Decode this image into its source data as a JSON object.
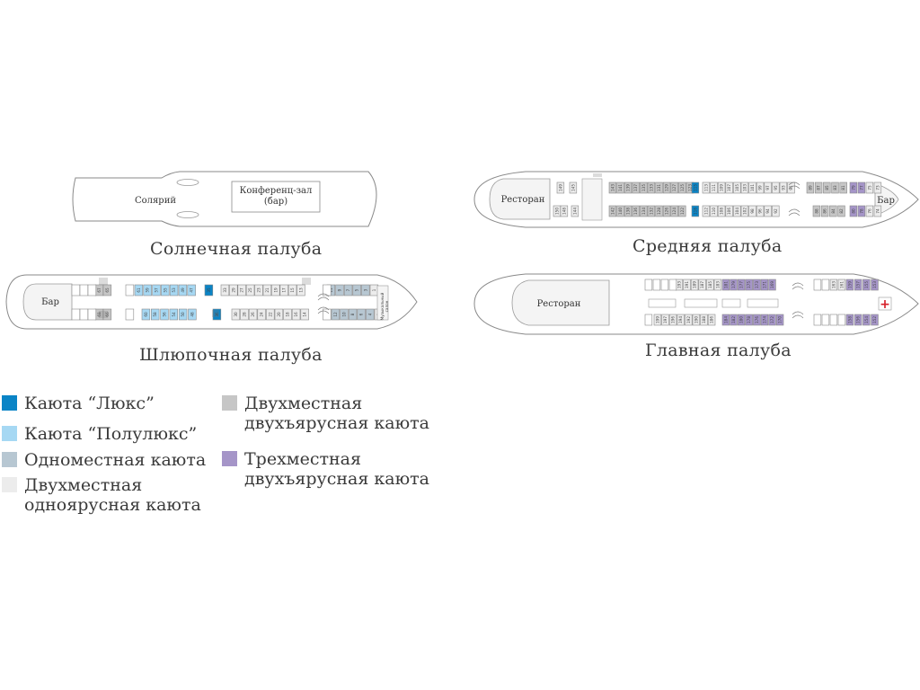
{
  "decks": {
    "sun": {
      "title": "Солнечная палуба",
      "labels": {
        "solarium": "Солярий",
        "conf1": "Конференц-зал",
        "conf2": "(бар)"
      }
    },
    "boat": {
      "title": "Шлюпочная палуба",
      "labels": {
        "bar": "Бар",
        "music1": "Музыкальный",
        "music2": "салон"
      },
      "cabins_top": [
        {
          "n": "67",
          "t": "double_bunk"
        },
        {
          "n": "65",
          "t": "double_bunk"
        },
        {
          "n": "61",
          "t": "semi_lux"
        },
        {
          "n": "59",
          "t": "semi_lux"
        },
        {
          "n": "57",
          "t": "semi_lux"
        },
        {
          "n": "55",
          "t": "semi_lux"
        },
        {
          "n": "53",
          "t": "semi_lux"
        },
        {
          "n": "49",
          "t": "semi_lux"
        },
        {
          "n": "47",
          "t": "semi_lux"
        },
        {
          "n": "35",
          "t": "lux"
        },
        {
          "n": "33",
          "t": "double_single"
        },
        {
          "n": "29",
          "t": "double_single"
        },
        {
          "n": "27",
          "t": "double_single"
        },
        {
          "n": "25",
          "t": "double_single"
        },
        {
          "n": "23",
          "t": "double_single"
        },
        {
          "n": "21",
          "t": "double_single"
        },
        {
          "n": "19",
          "t": "double_single"
        },
        {
          "n": "17",
          "t": "double_single"
        },
        {
          "n": "15",
          "t": "double_single"
        },
        {
          "n": "13",
          "t": "double_single"
        },
        {
          "n": "11",
          "t": "single"
        },
        {
          "n": "9",
          "t": "single"
        },
        {
          "n": "7",
          "t": "single"
        },
        {
          "n": "5",
          "t": "single"
        },
        {
          "n": "3",
          "t": "single"
        },
        {
          "n": "1",
          "t": "double_single"
        }
      ],
      "cabins_bottom": [
        {
          "n": "68",
          "t": "double_bunk"
        },
        {
          "n": "66",
          "t": "double_bunk"
        },
        {
          "n": "60",
          "t": "semi_lux"
        },
        {
          "n": "58",
          "t": "semi_lux"
        },
        {
          "n": "56",
          "t": "semi_lux"
        },
        {
          "n": "54",
          "t": "semi_lux"
        },
        {
          "n": "50",
          "t": "semi_lux"
        },
        {
          "n": "48",
          "t": "semi_lux"
        },
        {
          "n": "36",
          "t": "lux"
        },
        {
          "n": "30",
          "t": "double_single"
        },
        {
          "n": "28",
          "t": "double_single"
        },
        {
          "n": "26",
          "t": "double_single"
        },
        {
          "n": "24",
          "t": "double_single"
        },
        {
          "n": "22",
          "t": "double_single"
        },
        {
          "n": "20",
          "t": "double_single"
        },
        {
          "n": "18",
          "t": "double_single"
        },
        {
          "n": "16",
          "t": "double_single"
        },
        {
          "n": "14",
          "t": "double_single"
        },
        {
          "n": "12",
          "t": "single"
        },
        {
          "n": "10",
          "t": "single"
        },
        {
          "n": "8",
          "t": "single"
        },
        {
          "n": "6",
          "t": "single"
        },
        {
          "n": "4",
          "t": "single"
        },
        {
          "n": "2",
          "t": "double_single"
        }
      ]
    },
    "middle": {
      "title": "Средняя палуба",
      "labels": {
        "restaurant": "Ресторан",
        "bar": "Бар"
      },
      "cabins_top": [
        {
          "n": "149",
          "t": "double_single"
        },
        {
          "n": "145",
          "t": "double_single"
        },
        {
          "n": "143",
          "t": "double_bunk"
        },
        {
          "n": "141",
          "t": "double_bunk"
        },
        {
          "n": "139",
          "t": "double_bunk"
        },
        {
          "n": "137",
          "t": "double_bunk"
        },
        {
          "n": "135",
          "t": "double_bunk"
        },
        {
          "n": "133",
          "t": "double_bunk"
        },
        {
          "n": "131",
          "t": "double_bunk"
        },
        {
          "n": "129",
          "t": "double_bunk"
        },
        {
          "n": "127",
          "t": "double_bunk"
        },
        {
          "n": "125",
          "t": "double_bunk"
        },
        {
          "n": "123",
          "t": "double_bunk"
        },
        {
          "n": "115",
          "t": "lux"
        },
        {
          "n": "113",
          "t": "double_single"
        },
        {
          "n": "111",
          "t": "double_single"
        },
        {
          "n": "109",
          "t": "double_single"
        },
        {
          "n": "107",
          "t": "double_single"
        },
        {
          "n": "105",
          "t": "double_single"
        },
        {
          "n": "103",
          "t": "double_single"
        },
        {
          "n": "101",
          "t": "double_single"
        },
        {
          "n": "99",
          "t": "double_single"
        },
        {
          "n": "97",
          "t": "double_single"
        },
        {
          "n": "95",
          "t": "double_single"
        },
        {
          "n": "93",
          "t": "double_single"
        },
        {
          "n": "91",
          "t": "double_single"
        },
        {
          "n": "89",
          "t": "double_bunk"
        },
        {
          "n": "87",
          "t": "double_bunk"
        },
        {
          "n": "85",
          "t": "double_bunk"
        },
        {
          "n": "83",
          "t": "double_bunk"
        },
        {
          "n": "81",
          "t": "double_bunk"
        },
        {
          "n": "79",
          "t": "triple"
        },
        {
          "n": "77",
          "t": "triple"
        },
        {
          "n": "75",
          "t": "double_single"
        },
        {
          "n": "73",
          "t": "double_single"
        }
      ],
      "cabins_bottom": [
        {
          "n": "150",
          "t": "double_single"
        },
        {
          "n": "148",
          "t": "double_single"
        },
        {
          "n": "144",
          "t": "double_single"
        },
        {
          "n": "142",
          "t": "double_bunk"
        },
        {
          "n": "140",
          "t": "double_bunk"
        },
        {
          "n": "138",
          "t": "double_bunk"
        },
        {
          "n": "136",
          "t": "double_bunk"
        },
        {
          "n": "134",
          "t": "double_bunk"
        },
        {
          "n": "132",
          "t": "double_bunk"
        },
        {
          "n": "128",
          "t": "double_bunk"
        },
        {
          "n": "126",
          "t": "double_bunk"
        },
        {
          "n": "124",
          "t": "double_bunk"
        },
        {
          "n": "122",
          "t": "double_bunk"
        },
        {
          "n": "116",
          "t": "lux"
        },
        {
          "n": "112",
          "t": "double_single"
        },
        {
          "n": "110",
          "t": "double_single"
        },
        {
          "n": "108",
          "t": "double_single"
        },
        {
          "n": "106",
          "t": "double_single"
        },
        {
          "n": "104",
          "t": "double_single"
        },
        {
          "n": "102",
          "t": "double_single"
        },
        {
          "n": "98",
          "t": "double_single"
        },
        {
          "n": "96",
          "t": "double_single"
        },
        {
          "n": "94",
          "t": "double_single"
        },
        {
          "n": "92",
          "t": "double_single"
        },
        {
          "n": "88",
          "t": "double_bunk"
        },
        {
          "n": "86",
          "t": "double_bunk"
        },
        {
          "n": "84",
          "t": "double_bunk"
        },
        {
          "n": "82",
          "t": "double_bunk"
        },
        {
          "n": "80",
          "t": "triple"
        },
        {
          "n": "78",
          "t": "triple"
        },
        {
          "n": "76",
          "t": "double_single"
        },
        {
          "n": "74",
          "t": "double_single"
        }
      ]
    },
    "main": {
      "title": "Главная палуба",
      "labels": {
        "restaurant": "Ресторан",
        "medical": "+"
      },
      "cabins_top": [
        {
          "n": "193",
          "t": "double_single"
        },
        {
          "n": "191",
          "t": "double_single"
        },
        {
          "n": "189",
          "t": "double_single"
        },
        {
          "n": "187",
          "t": "double_single"
        },
        {
          "n": "185",
          "t": "double_single"
        },
        {
          "n": "183",
          "t": "double_single"
        },
        {
          "n": "181",
          "t": "triple"
        },
        {
          "n": "179",
          "t": "triple"
        },
        {
          "n": "177",
          "t": "triple"
        },
        {
          "n": "175",
          "t": "triple"
        },
        {
          "n": "173",
          "t": "triple"
        },
        {
          "n": "171",
          "t": "triple"
        },
        {
          "n": "169",
          "t": "triple"
        },
        {
          "n": "163",
          "t": "double_single"
        },
        {
          "n": "161",
          "t": "double_single"
        },
        {
          "n": "159",
          "t": "triple"
        },
        {
          "n": "157",
          "t": "triple"
        },
        {
          "n": "155",
          "t": "triple"
        },
        {
          "n": "153",
          "t": "triple"
        }
      ],
      "cabins_bottom": [
        {
          "n": "199",
          "t": "double_single"
        },
        {
          "n": "197",
          "t": "double_single"
        },
        {
          "n": "196",
          "t": "double_single"
        },
        {
          "n": "194",
          "t": "double_single"
        },
        {
          "n": "192",
          "t": "double_single"
        },
        {
          "n": "190",
          "t": "double_single"
        },
        {
          "n": "188",
          "t": "double_single"
        },
        {
          "n": "186",
          "t": "double_single"
        },
        {
          "n": "184",
          "t": "triple"
        },
        {
          "n": "182",
          "t": "triple"
        },
        {
          "n": "180",
          "t": "triple"
        },
        {
          "n": "178",
          "t": "triple"
        },
        {
          "n": "176",
          "t": "triple"
        },
        {
          "n": "174",
          "t": "triple"
        },
        {
          "n": "172",
          "t": "triple"
        },
        {
          "n": "170",
          "t": "triple"
        },
        {
          "n": "158",
          "t": "triple"
        },
        {
          "n": "156",
          "t": "triple"
        },
        {
          "n": "154",
          "t": "triple"
        },
        {
          "n": "152",
          "t": "triple"
        }
      ]
    }
  },
  "legend": {
    "lux": {
      "label": "Каюта “Люкс”",
      "color": "#0a84c6"
    },
    "semi_lux": {
      "label": "Каюта “Полулюкс”",
      "color": "#a6d8f3"
    },
    "single": {
      "label": "Одноместная каюта",
      "color": "#b7c7d2"
    },
    "double_single": {
      "label1": "Двухместная",
      "label2": "одноярусная каюта",
      "color": "#ececec"
    },
    "double_bunk": {
      "label1": "Двухместная",
      "label2": "двухъярусная каюта",
      "color": "#c6c6c6"
    },
    "triple": {
      "label1": "Трехместная",
      "label2": "двухъярусная каюта",
      "color": "#a595c8"
    }
  }
}
